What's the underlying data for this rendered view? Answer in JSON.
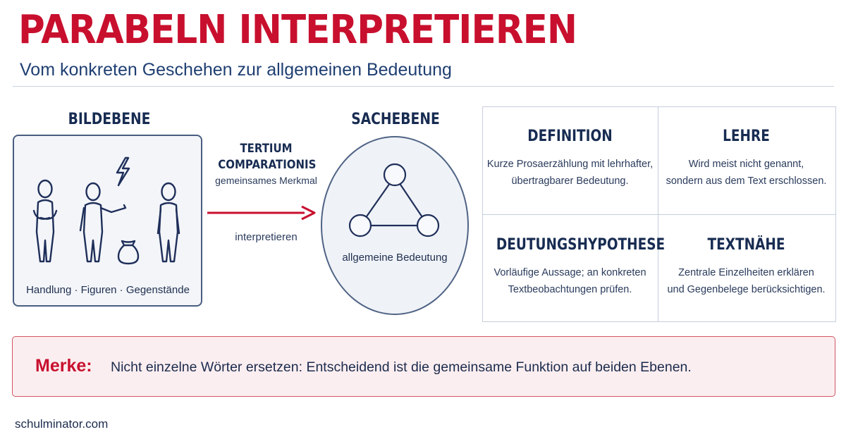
{
  "header": {
    "title": "PARABELN INTERPRETIEREN",
    "subtitle": "Vom konkreten Geschehen zur allgemeinen Bedeutung"
  },
  "bildebene": {
    "title": "BILDEBENE",
    "caption": "Handlung · Figuren · Gegenstände",
    "icons": [
      "person-arms-crossed-icon",
      "person-pointing-icon",
      "person-standing-icon",
      "lightning-icon",
      "money-bag-icon"
    ]
  },
  "connector": {
    "title": "TERTIUM\nCOMPARATIONIS",
    "subtitle": "gemeinsames Merkmal",
    "arrow_label": "interpretieren",
    "arrow_color": "#c8102e"
  },
  "sachebene": {
    "title": "SACHEBENE",
    "caption": "allgemeine Bedeutung",
    "icon": "triangle-network-icon"
  },
  "grid": {
    "cells": [
      {
        "title": "DEFINITION",
        "text": "Kurze Prosaerzählung mit lehrhafter,\nübertragbarer Bedeutung."
      },
      {
        "title": "LEHRE",
        "text": "Wird meist nicht genannt,\nsondern aus dem Text erschlossen."
      },
      {
        "title": "DEUTUNGSHYPOTHESE",
        "text": "Vorläufige Aussage; an konkreten\nTextbeobachtungen prüfen."
      },
      {
        "title": "TEXTNÄHE",
        "text": "Zentrale Einzelheiten erklären\nund Gegenbelege berücksichtigen."
      }
    ]
  },
  "merke": {
    "label": "Merke:",
    "text": "Nicht einzelne Wörter ersetzen: Entscheidend ist die gemeinsame Funktion auf beiden Ebenen."
  },
  "footer": {
    "site": "schulminator.com"
  },
  "colors": {
    "accent": "#c8102e",
    "navy": "#182c52",
    "merke_bg": "#fbeef0"
  }
}
